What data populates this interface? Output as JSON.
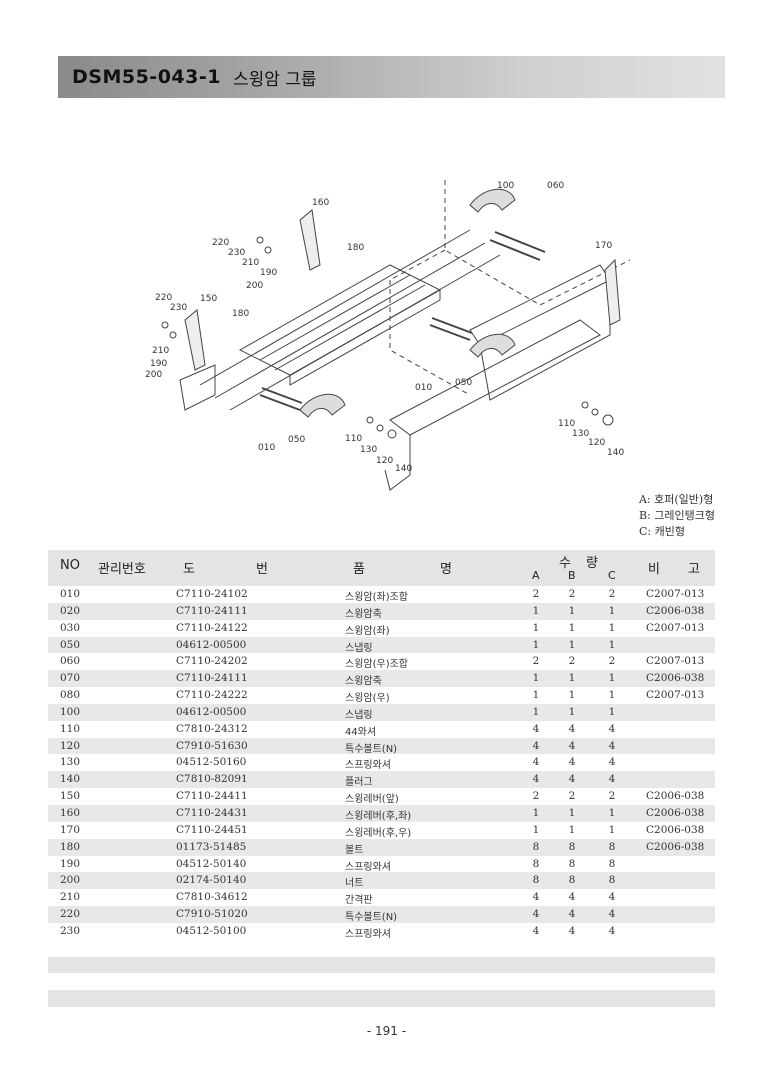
{
  "header": {
    "code": "DSM55-043-1",
    "title": "스윙암 그룹"
  },
  "diagram": {
    "callouts": [
      "100",
      "060",
      "160",
      "220",
      "230",
      "180",
      "210",
      "190",
      "200",
      "170",
      "220",
      "230",
      "150",
      "180",
      "210",
      "190",
      "200",
      "010",
      "050",
      "010",
      "050",
      "110",
      "130",
      "120",
      "140",
      "110",
      "130",
      "120",
      "140"
    ]
  },
  "legend": [
    "A: 호퍼(일반)형",
    "B: 그레인탱크형",
    "C: 캐빈형"
  ],
  "table": {
    "headers": {
      "no": "NO",
      "mgmt": "관리번호",
      "drawing_1": "도",
      "drawing_2": "번",
      "name_1": "품",
      "name_2": "명",
      "qty_1": "수",
      "qty_2": "량",
      "a": "A",
      "b": "B",
      "c": "C",
      "remark_1": "비",
      "remark_2": "고"
    },
    "rows": [
      {
        "no": "010",
        "part": "C7110-24102",
        "name": "스윙암(좌)조합",
        "a": "2",
        "b": "2",
        "c": "2",
        "remark": "C2007-013"
      },
      {
        "no": "020",
        "part": "C7110-24111",
        "name": "스윙암축",
        "a": "1",
        "b": "1",
        "c": "1",
        "remark": "C2006-038"
      },
      {
        "no": "030",
        "part": "C7110-24122",
        "name": "스윙암(좌)",
        "a": "1",
        "b": "1",
        "c": "1",
        "remark": "C2007-013"
      },
      {
        "no": "050",
        "part": "04612-00500",
        "name": "스냅링",
        "a": "1",
        "b": "1",
        "c": "1",
        "remark": ""
      },
      {
        "no": "060",
        "part": "C7110-24202",
        "name": "스윙암(우)조합",
        "a": "2",
        "b": "2",
        "c": "2",
        "remark": "C2007-013"
      },
      {
        "no": "070",
        "part": "C7110-24111",
        "name": "스윙암축",
        "a": "1",
        "b": "1",
        "c": "1",
        "remark": "C2006-038"
      },
      {
        "no": "080",
        "part": "C7110-24222",
        "name": "스윙암(우)",
        "a": "1",
        "b": "1",
        "c": "1",
        "remark": "C2007-013"
      },
      {
        "no": "100",
        "part": "04612-00500",
        "name": "스냅링",
        "a": "1",
        "b": "1",
        "c": "1",
        "remark": ""
      },
      {
        "no": "110",
        "part": "C7810-24312",
        "name": "44와셔",
        "a": "4",
        "b": "4",
        "c": "4",
        "remark": ""
      },
      {
        "no": "120",
        "part": "C7910-51630",
        "name": "특수볼트(N)",
        "a": "4",
        "b": "4",
        "c": "4",
        "remark": ""
      },
      {
        "no": "130",
        "part": "04512-50160",
        "name": "스프링와셔",
        "a": "4",
        "b": "4",
        "c": "4",
        "remark": ""
      },
      {
        "no": "140",
        "part": "C7810-82091",
        "name": "플러그",
        "a": "4",
        "b": "4",
        "c": "4",
        "remark": ""
      },
      {
        "no": "150",
        "part": "C7110-24411",
        "name": "스윙레버(앞)",
        "a": "2",
        "b": "2",
        "c": "2",
        "remark": "C2006-038"
      },
      {
        "no": "160",
        "part": "C7110-24431",
        "name": "스윙레버(후,좌)",
        "a": "1",
        "b": "1",
        "c": "1",
        "remark": "C2006-038"
      },
      {
        "no": "170",
        "part": "C7110-24451",
        "name": "스윙레버(후,우)",
        "a": "1",
        "b": "1",
        "c": "1",
        "remark": "C2006-038"
      },
      {
        "no": "180",
        "part": "01173-51485",
        "name": "볼트",
        "a": "8",
        "b": "8",
        "c": "8",
        "remark": "C2006-038"
      },
      {
        "no": "190",
        "part": "04512-50140",
        "name": "스프링와셔",
        "a": "8",
        "b": "8",
        "c": "8",
        "remark": ""
      },
      {
        "no": "200",
        "part": "02174-50140",
        "name": "너트",
        "a": "8",
        "b": "8",
        "c": "8",
        "remark": ""
      },
      {
        "no": "210",
        "part": "C7810-34612",
        "name": "간격판",
        "a": "4",
        "b": "4",
        "c": "4",
        "remark": ""
      },
      {
        "no": "220",
        "part": "C7910-51020",
        "name": "특수볼트(N)",
        "a": "4",
        "b": "4",
        "c": "4",
        "remark": ""
      },
      {
        "no": "230",
        "part": "04512-50100",
        "name": "스프링와셔",
        "a": "4",
        "b": "4",
        "c": "4",
        "remark": ""
      }
    ]
  },
  "footer": {
    "page": "- 191 -"
  }
}
